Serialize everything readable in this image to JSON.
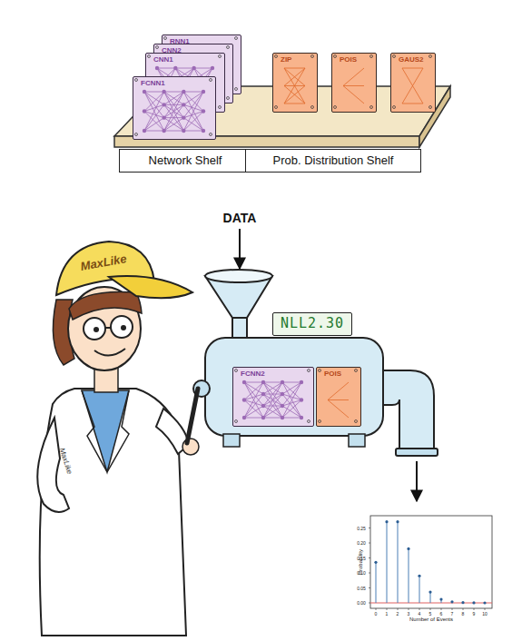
{
  "diagram": {
    "nodes": [
      {
        "text": [
          "RNN1"
        ]
      },
      {
        "text": [
          "CNN2"
        ]
      },
      {
        "text": [
          "CNN1"
        ]
      },
      {
        "text": [
          "FCNN1"
        ]
      },
      {
        "text": [
          "ZIP"
        ]
      },
      {
        "text": [
          "POIS"
        ]
      },
      {
        "text": [
          "GAUS2"
        ]
      },
      {
        "text": [
          "Network Shelf"
        ]
      },
      {
        "text": [
          "Prob. Distribution Shelf"
        ]
      },
      {
        "text": [
          "NLL2.30"
        ]
      },
      {
        "text": [
          "FCNN2"
        ]
      },
      {
        "text": [
          "POIS"
        ]
      }
    ],
    "labels": [
      "MaxLike",
      "MaxLike",
      "DATA",
      "Probability",
      "Number of Events",
      "0",
      "1",
      "2",
      "3",
      "4",
      "5",
      "6",
      "7",
      "8",
      "9",
      "10",
      "0.00",
      "0.05",
      "0.10",
      "0.15",
      "0.20",
      "0.25"
    ]
  }
}
